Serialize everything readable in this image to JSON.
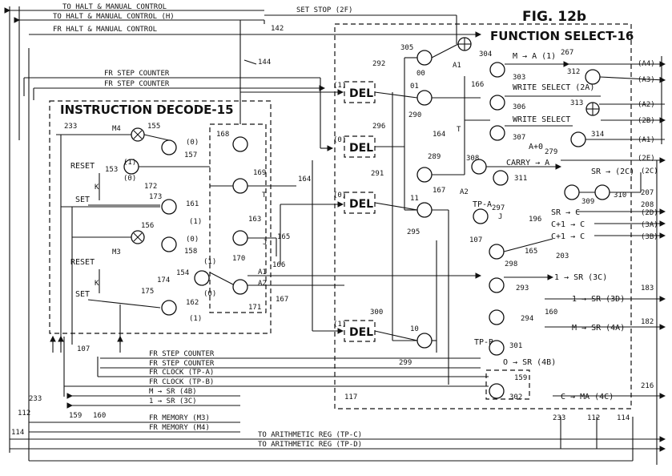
{
  "figure": "FIG. 12b",
  "blocks": {
    "instruction_decode": "INSTRUCTION DECODE-15",
    "function_select": "FUNCTION SELECT-16"
  },
  "delay_label": "DEL",
  "top_lines": {
    "halt1": "TO HALT & MANUAL CONTROL",
    "halt2": "TO HALT & MANUAL CONTROL (H)",
    "halt3": "FR HALT & MANUAL CONTROL",
    "set_stop": "SET STOP (2F)",
    "step1": "FR STEP COUNTER",
    "step2": "FR STEP COUNTER"
  },
  "bottom_lines": {
    "step1": "FR STEP COUNTER",
    "step2": "FR STEP COUNTER",
    "clock_a": "FR CLOCK (TP-A)",
    "clock_b": "FR CLOCK (TP-B)",
    "m_sr": "M → SR (4B)",
    "one_sr": "1 → SR (3C)",
    "mem1": "FR MEMORY (M3)",
    "mem2": "FR MEMORY (M4)",
    "arith1": "TO ARITHMETIC REG (TP-C)",
    "arith2": "TO ARITHMETIC REG (TP-D)"
  },
  "decode_labels": {
    "reset1": "RESET",
    "set1": "SET",
    "k1": "K",
    "reset2": "RESET",
    "set2": "SET",
    "k2": "K",
    "m4": "M4",
    "m3": "M3",
    "o0a": "(0)",
    "o1a": "(1)",
    "o0b": "(0)",
    "o1b": "(1)",
    "i1a": "(1)",
    "i0a": "(0)",
    "i1b": "(1)",
    "i0b": "(0)",
    "T": "T",
    "J": "J",
    "A1": "A1",
    "A2": "A2"
  },
  "function_labels": {
    "m_a1": "M → A (1)",
    "write_sel_2a": "WRITE SELECT (2A)",
    "write_sel": "WRITE SELECT",
    "a0": "A+0",
    "carry": "CARRY → A",
    "sr_2c": "SR → (2C)",
    "sr_c": "SR → C",
    "c1_c_3a": "C+1 → C",
    "c1_c_3b": "C+1 → C",
    "tp_a": "TP-A",
    "tp_b": "TP-B",
    "one_sr_3c": "1 → SR (3C)",
    "one_sr_3d": "1 → SR (3D)",
    "m_sr_4a": "M → SR (4A)",
    "o_sr_4b": "O → SR (4B)",
    "c_ma_4c": "C → MA (4C)",
    "a1": "A1",
    "a2": "A2",
    "T": "T",
    "J": "J",
    "o00": "00",
    "o01": "01",
    "o11": "11",
    "o10": "10",
    "del_in1": "(1)",
    "del_in2": "(0)",
    "del_in3": "(0)",
    "del_in4": "(1)"
  },
  "terminals": [
    "(A4)",
    "(A3)",
    "(A2)",
    "(2B)",
    "(A1)",
    "(2E)",
    "(2C)",
    "(2D)",
    "(3A)",
    "(3B)"
  ],
  "refs": {
    "r142": "142",
    "r144": "144",
    "r233": "233",
    "r155": "155",
    "r157": "157",
    "r153": "153",
    "r172": "172",
    "r173": "173",
    "r161": "161",
    "r168": "168",
    "r169": "169",
    "r164": "164",
    "r163": "163",
    "r165": "165",
    "r166": "166",
    "r170": "170",
    "r167": "167",
    "r171": "171",
    "r156": "156",
    "r158": "158",
    "r154": "154",
    "r174": "174",
    "r175": "175",
    "r162": "162",
    "r107": "107",
    "r292": "292",
    "r296": "296",
    "r291": "291",
    "r300": "300",
    "r305": "305",
    "r304": "304",
    "r303": "303",
    "r290": "290",
    "r289": "289",
    "r295": "295",
    "r299": "299",
    "r306": "306",
    "r307": "307",
    "r308": "308",
    "r311": "311",
    "r297": "297",
    "r298": "298",
    "r293": "293",
    "r294": "294",
    "r301": "301",
    "r302": "302",
    "r159": "159",
    "r312": "312",
    "r313": "313",
    "r314": "314",
    "r309": "309",
    "r310": "310",
    "r267": "267",
    "r279": "279",
    "r196": "196",
    "r203": "203",
    "r207": "207",
    "r208": "208",
    "r183": "183",
    "r182": "182",
    "r160": "160",
    "r216": "216",
    "r117": "117",
    "r112": "112",
    "r114": "114",
    "r160b": "160",
    "r159b": "159",
    "r107b": "107",
    "r233b": "233",
    "r112b": "112",
    "r114b": "114",
    "r165b": "165",
    "r167b": "167",
    "r164b": "164",
    "r166b": "166"
  }
}
